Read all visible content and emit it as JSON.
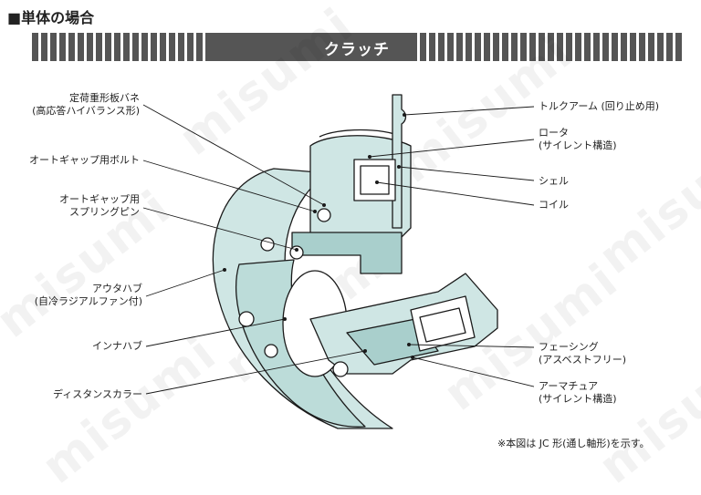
{
  "header": {
    "section_title": "■単体の場合",
    "banner_title": "クラッチ"
  },
  "labels_left": {
    "spring_plate": "定荷重形板バネ",
    "spring_plate_sub": "(高応答ハイバランス形)",
    "auto_gap_bolt": "オートギャップ用ボルト",
    "auto_gap_pin_1": "オートギャップ用",
    "auto_gap_pin_2": "スプリングピン",
    "outer_hub": "アウタハブ",
    "outer_hub_sub": "(自冷ラジアルファン付)",
    "inner_hub": "インナハブ",
    "distance_collar": "ディスタンスカラー"
  },
  "labels_right": {
    "torque_arm": "トルクアーム (回り止め用)",
    "rotor": "ロータ",
    "rotor_sub": "(サイレント構造)",
    "shell": "シェル",
    "coil": "コイル",
    "facing": "フェーシング",
    "facing_sub": "(アスベストフリー)",
    "armature": "アーマチュア",
    "armature_sub": "(サイレント構造)"
  },
  "note": "※本図は JC 形(通し軸形)を示す。",
  "watermark": "misumi",
  "colors": {
    "part_fill": "#cfe6e4",
    "part_fill_dark": "#a9cfcc",
    "outline": "#1a1a1a",
    "banner": "#555555"
  }
}
